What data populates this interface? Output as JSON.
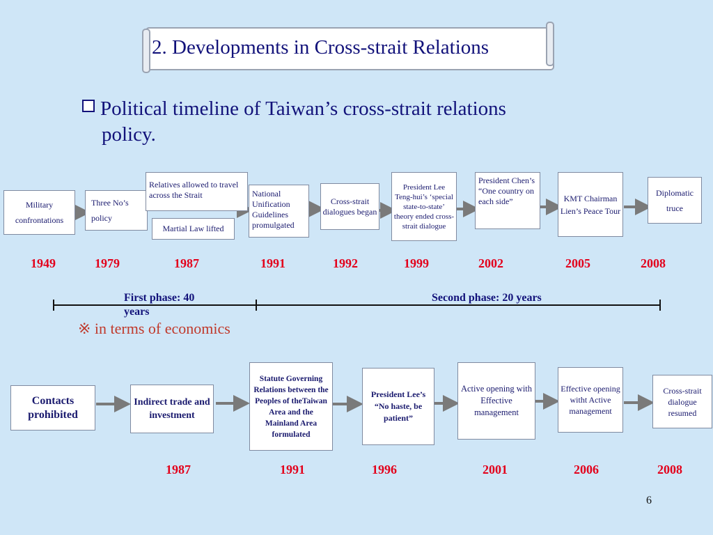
{
  "title": "2. Developments in Cross-strait Relations",
  "subtitle_line1": "Political timeline of Taiwan’s cross-strait relations",
  "subtitle_line2": "policy.",
  "political": {
    "boxes": [
      {
        "label": "Military confrontations"
      },
      {
        "label": "Three No’s policy"
      },
      {
        "label": "Relatives allowed to travel across the Strait"
      },
      {
        "label": "Martial Law lifted"
      },
      {
        "label": "National Unification Guidelines promulgated"
      },
      {
        "label": "Cross-strait dialogues began"
      },
      {
        "label": "President Lee Teng-hui’s ‘special state-to-state’ theory ended cross-strait dialogue"
      },
      {
        "label": "President Chen’s “One country on each side”"
      },
      {
        "label": "KMT Chairman Lien’s Peace Tour"
      },
      {
        "label": "Diplomatic truce"
      }
    ],
    "years": [
      "1949",
      "1979",
      "1987",
      "1991",
      "1992",
      "1999",
      "2002",
      "2005",
      "2008"
    ]
  },
  "phases": {
    "first": "First phase: 40 years",
    "second": "Second phase: 20 years"
  },
  "economics_heading": "※ in terms of economics",
  "economics": {
    "boxes": [
      {
        "label": "Contacts prohibited"
      },
      {
        "label": "Indirect trade and investment"
      },
      {
        "label": "Statute Governing Relations between the Peoples of theTaiwan Area and the Mainland Area formulated"
      },
      {
        "label": "President Lee’s “No haste, be patient”"
      },
      {
        "label": "Active opening with Effective management"
      },
      {
        "label": "Effective opening witht Active management"
      },
      {
        "label": "Cross-strait dialogue resumed"
      }
    ],
    "years": [
      "1987",
      "1991",
      "1996",
      "2001",
      "2006",
      "2008"
    ]
  },
  "page_number": "6",
  "colors": {
    "background": "#cfe6f7",
    "year": "#e3001b",
    "text": "#12127a"
  }
}
